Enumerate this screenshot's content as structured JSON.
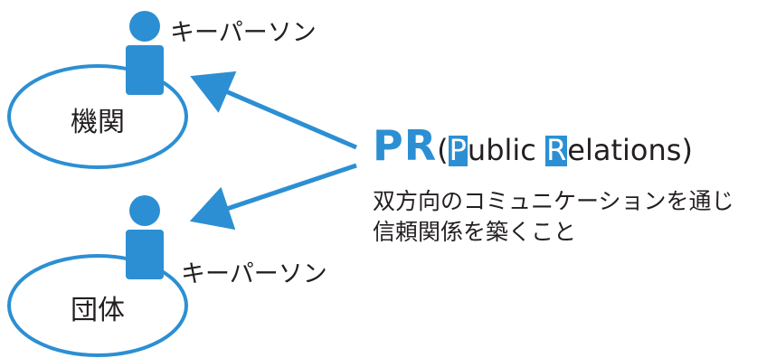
{
  "colors": {
    "accent": "#2c8fd3",
    "text": "#231f20",
    "background": "#ffffff"
  },
  "icons": {
    "person": "person-icon",
    "arrow": "arrow-icon"
  },
  "organizations": [
    {
      "label": "機関"
    },
    {
      "label": "団体"
    }
  ],
  "key_persons": [
    {
      "label": "キーパーソン"
    },
    {
      "label": "キーパーソン"
    }
  ],
  "pr": {
    "abbreviation": "PR",
    "open_paren": "(",
    "word1_initial": "P",
    "word1_rest": "ublic ",
    "word2_initial": "R",
    "word2_rest": "elations",
    "close_paren": ")",
    "description_lines": [
      "双方向のコミュニケーションを通じ",
      "信頼関係を築くこと"
    ]
  }
}
